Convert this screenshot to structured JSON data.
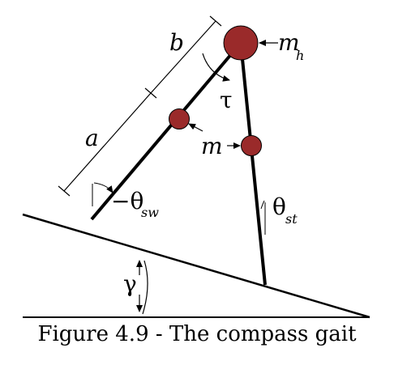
{
  "labels": {
    "b": "b",
    "a": "a",
    "m_h": "m",
    "m_h_sub": "h",
    "m": "m",
    "tau": "τ",
    "theta_sw": "−θ",
    "theta_sw_sub": "sw",
    "theta_st": "θ",
    "theta_st_sub": "st",
    "gamma": "γ"
  },
  "caption": "Figure 4.9 - The compass gait",
  "colors": {
    "mass": "#9a2a2a",
    "line": "#000000"
  }
}
